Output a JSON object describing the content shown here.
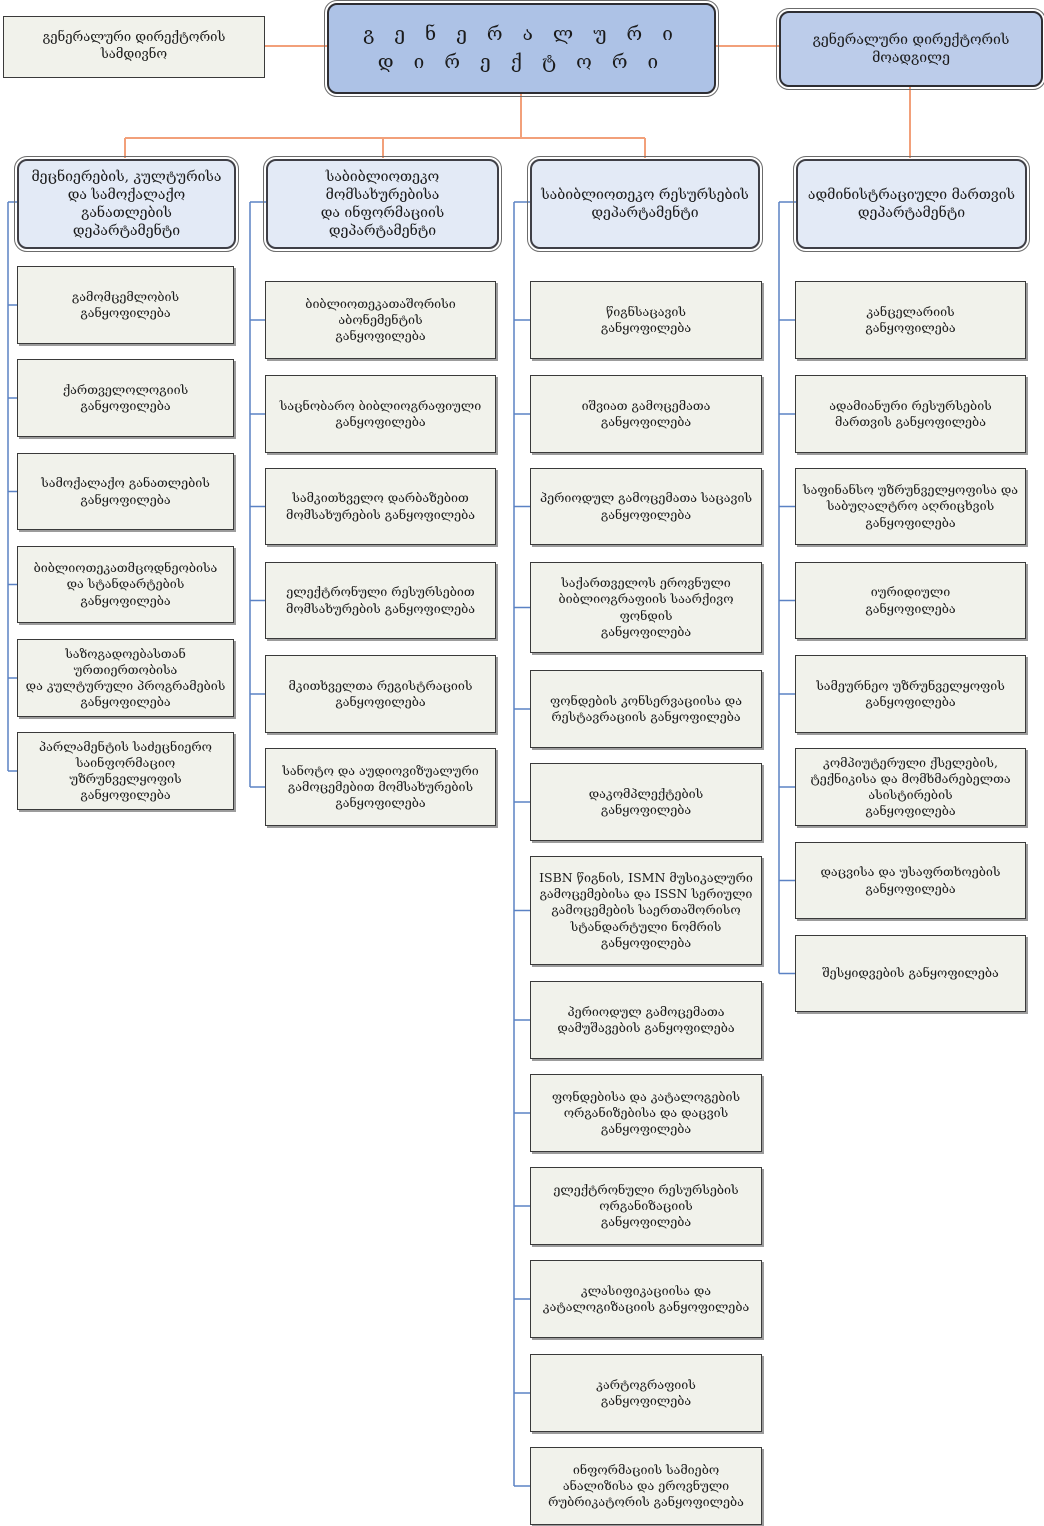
{
  "director": "გ ე ნ ე რ ა ლ უ რ ი\nდ ი რ ე ქ ტ ო რ ი",
  "office": "გენერალური დირექტორის\nსამდივნო",
  "deputy": "გენერალური დირექტორის\nმოადგილე",
  "departments": [
    {
      "title": "მეცნიერების, კულტურისა\nდა სამოქალაქო\nგანათლების\nდეპარტამენტი",
      "units": [
        "გამომცემლობის\nგანყოფილება",
        "ქართველოლოგიის\nგანყოფილება",
        "სამოქალაქო განათლების\nგანყოფილება",
        "ბიბლიოთეკათმცოდნეობისა\nდა სტანდარტების განყოფილება",
        "საზოგადოებასთან\nურთიერთობისა\nდა კულტურული პროგრამების\nგანყოფილება",
        "პარლამენტის საძეცნიერო\nსაინფორმაციო\nუზრუნველყოფის\nგანყოფილება"
      ]
    },
    {
      "title": "საბიბლიოთეკო\nმომსახურებისა\nდა ინფორმაციის\nდეპარტამენტი",
      "units": [
        "ბიბლიოთეკათაშორისი\nაბონემენტის\nგანყოფილება",
        "საცნობარო ბიბლიოგრაფიული\nგანყოფილება",
        "სამკითხველო დარბაზებით\nმომსახურების განყოფილება",
        "ელექტრონული რესურსებით\nმომსახურების განყოფილება",
        "მკითხველთა რეგისტრაციის\nგანყოფილება",
        "სანოტო და აუდიოვიზუალური\nგამოცემებით მომსახურების\nგანყოფილება"
      ]
    },
    {
      "title": "საბიბლიოთეკო რესურსების\nდეპარტამენტი",
      "units": [
        "წიგნსაცავის\nგანყოფილება",
        "იშვიათ გამოცემათა\nგანყოფილება",
        "პერიოდულ გამოცემათა საცავის\nგანყოფილება",
        "საქართველოს ეროვნული\nბიბლიოგრაფიის საარქივო\nფონდის\nგანყოფილება",
        "ფონდების კონსერვაციისა და\nრესტავრაციის განყოფილება",
        "დაკომპლექტების\nგანყოფილება",
        "ISBN წიგნის, ISMN მუსიკალური\nგამოცემებისა და ISSN სერიული\nგამოცემების საერთაშორისო\nსტანდარტული ნომრის\nგანყოფილება",
        "პერიოდულ გამოცემათა\nდამუშავების განყოფილება",
        "ფონდებისა და კატალოგების\nორგანიზებისა და დაცვის\nგანყოფილება",
        "ელექტრონული რესურსების\nორგანიზაციის\nგანყოფილება",
        "კლასიფიკაციისა და\nკატალოგიზაციის განყოფილება",
        "კარტოგრაფიის\nგანყოფილება",
        "ინფორმაციის სამიებო\nანალიზისა და ეროვნული\nრუბრიკატორის განყოფილება"
      ]
    },
    {
      "title": "ადმინისტრაციული მართვის\nდეპარტამენტი",
      "units": [
        "კანცელარიის\nგანყოფილება",
        "ადამიანური რესურსების\nმართვის განყოფილება",
        "საფინანსო უზრუნველყოფისა და\nსაბუღალტრო აღრიცხვის\nგანყოფილება",
        "იურიდიული\nგანყოფილება",
        "სამეურნეო უზრუნველყოფის\nგანყოფილება",
        "კომპიუტერული ქსელების,\nტექნიკისა და მომხმარებელთა\nასისტირების\nგანყოფილება",
        "დაცვისა და უსაფრთხოების\nგანყოფილება",
        "შესყიდვების განყოფილება"
      ]
    }
  ],
  "colors": {
    "connector_orange": "#f2a07a",
    "connector_blue": "#5b82c4"
  }
}
